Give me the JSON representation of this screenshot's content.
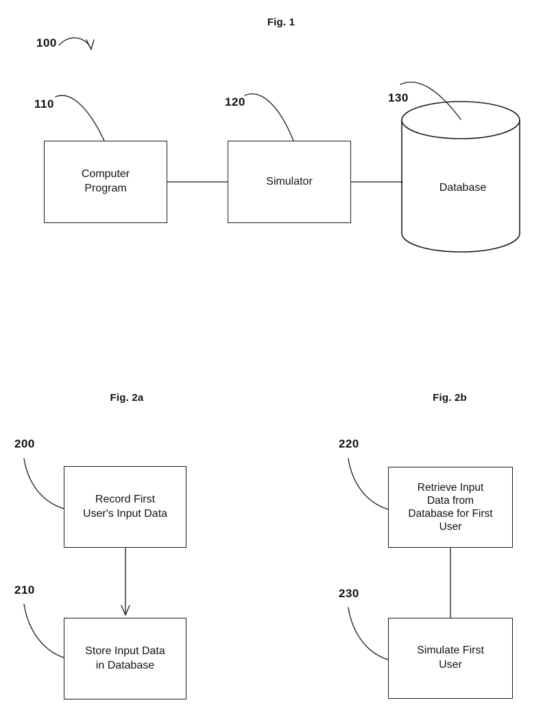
{
  "document": {
    "kind": "patent-drawing-sheet",
    "background_color": "#ffffff",
    "ink_color": "#1a1a1a"
  },
  "figures": [
    {
      "id": "fig1",
      "title": "Fig. 1",
      "system_ref": "100",
      "nodes": [
        {
          "ref": "110",
          "label": "Computer\nProgram",
          "shape": "rect"
        },
        {
          "ref": "120",
          "label": "Simulator",
          "shape": "rect"
        },
        {
          "ref": "130",
          "label": "Database",
          "shape": "cylinder"
        }
      ],
      "connectors": [
        {
          "from": "110",
          "to": "120",
          "style": "line",
          "arrow": false
        },
        {
          "from": "120",
          "to": "130",
          "style": "line",
          "arrow": false
        }
      ]
    },
    {
      "id": "fig2a",
      "title": "Fig. 2a",
      "nodes": [
        {
          "ref": "200",
          "label": "Record First\nUser's Input Data",
          "shape": "rect"
        },
        {
          "ref": "210",
          "label": "Store Input Data\nin Database",
          "shape": "rect"
        }
      ],
      "connectors": [
        {
          "from": "200",
          "to": "210",
          "style": "line",
          "arrow": true
        }
      ]
    },
    {
      "id": "fig2b",
      "title": "Fig. 2b",
      "nodes": [
        {
          "ref": "220",
          "label": "Retrieve Input\nData from\nDatabase for First\nUser",
          "shape": "rect"
        },
        {
          "ref": "230",
          "label": "Simulate First\nUser",
          "shape": "rect"
        }
      ],
      "connectors": [
        {
          "from": "220",
          "to": "230",
          "style": "line",
          "arrow": false
        }
      ]
    }
  ]
}
